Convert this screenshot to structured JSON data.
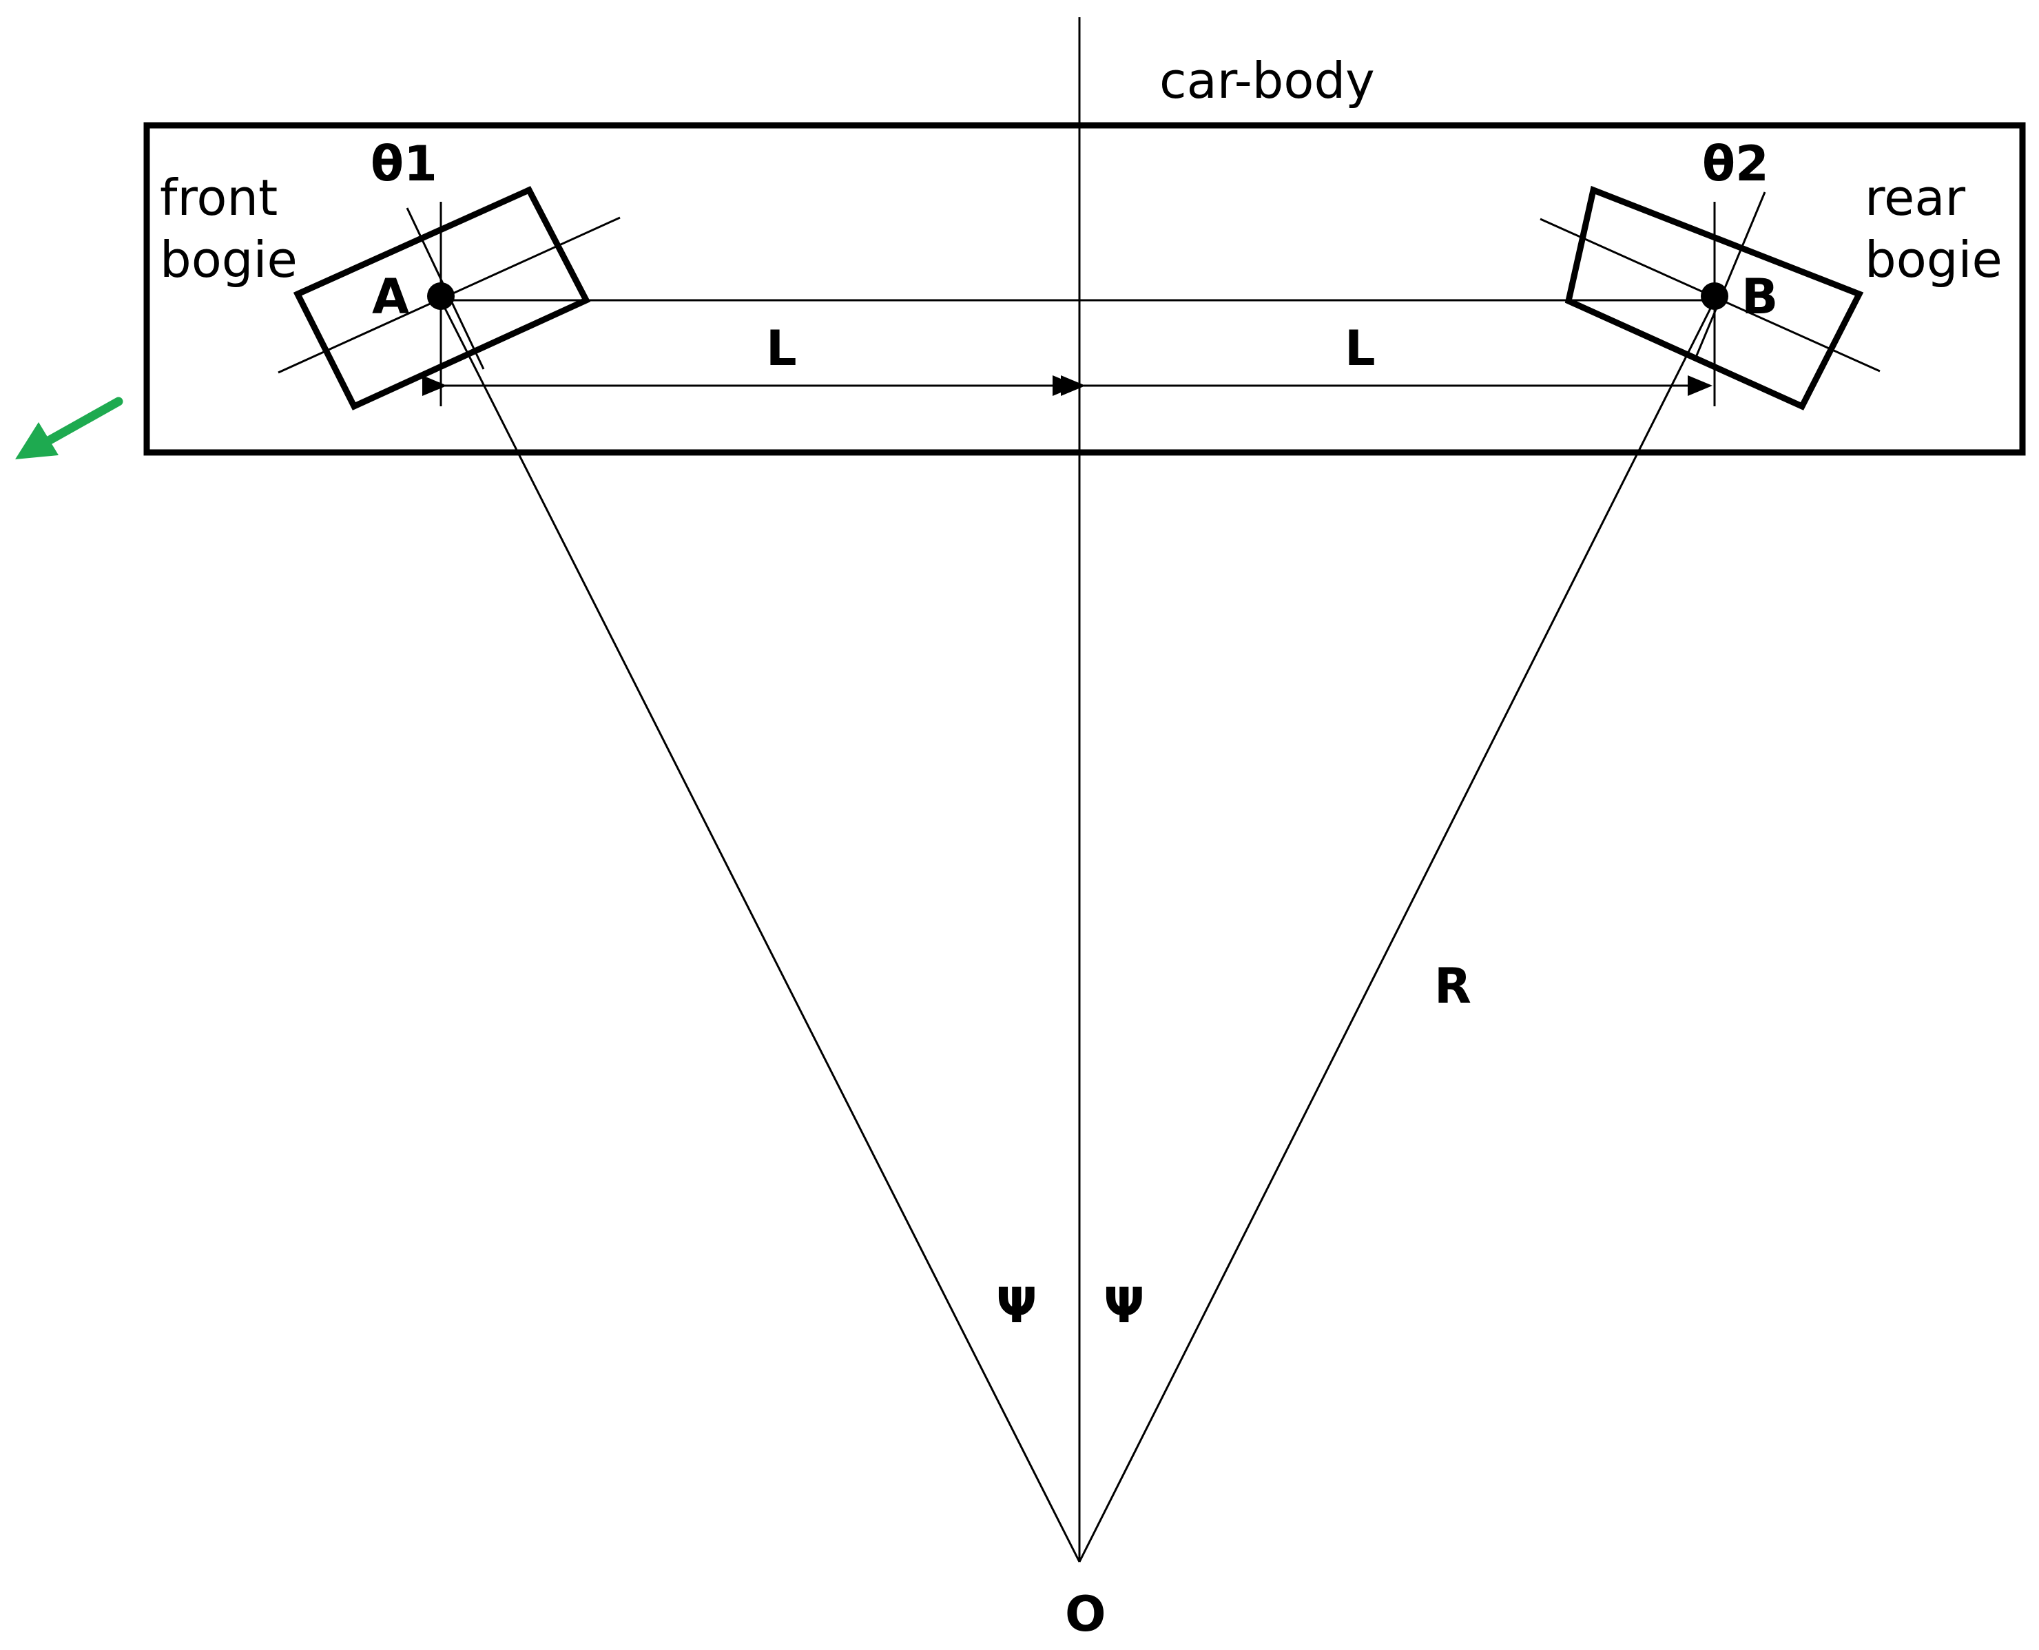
{
  "labels": {
    "car_body": "car-body",
    "front_bogie_line1": "front",
    "front_bogie_line2": "bogie",
    "rear_bogie_line1": "rear",
    "rear_bogie_line2": "bogie",
    "theta1": "θ1",
    "theta2": "θ2",
    "point_a": "A",
    "point_b": "B",
    "length_left": "L",
    "length_right": "L",
    "radius": "R",
    "psi_left": "Ψ",
    "psi_right": "Ψ",
    "origin": "O"
  },
  "colors": {
    "line": "#000000",
    "pointer_arrow": "#1eaa50"
  }
}
